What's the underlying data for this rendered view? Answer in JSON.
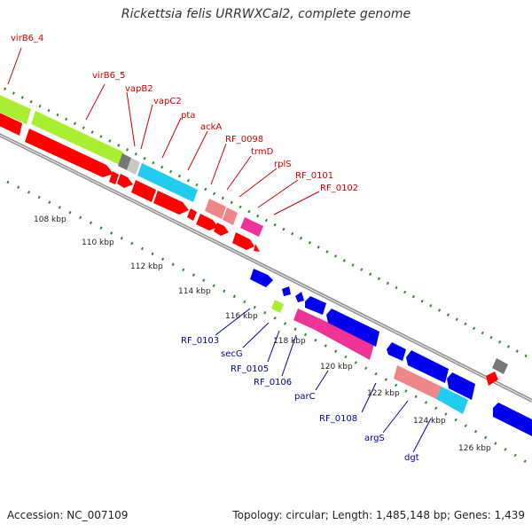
{
  "title": "Rickettsia felis URRWXCal2, complete genome",
  "footer": {
    "accession": "Accession: NC_007109",
    "topology": "Topology: circular; Length: 1,485,148 bp; Genes: 1,439"
  },
  "colors": {
    "backbone": "#888888",
    "ticks": "#2e8b2e",
    "label_top": "#cc0000",
    "label_bottom": "#0000aa",
    "red": "#ff0000",
    "lime": "#aaee33",
    "gray_dark": "#777777",
    "gray_light": "#c8c8c8",
    "cyan": "#22ccee",
    "salmon": "#ee8888",
    "magenta": "#ee3399",
    "blue": "#0000ee"
  },
  "kbp_labels": [
    "108 kbp",
    "110 kbp",
    "112 kbp",
    "114 kbp",
    "116 kbp",
    "118 kbp",
    "120 kbp",
    "122 kbp",
    "124 kbp",
    "126 kbp"
  ],
  "top_labels": [
    "virB6_4",
    "virB6_5",
    "vapB2",
    "vapC2",
    "pta",
    "ackA",
    "RF_0098",
    "trmD",
    "rplS",
    "RF_0101",
    "RF_0102"
  ],
  "bottom_labels": [
    "RF_0103",
    "secG",
    "RF_0105",
    "RF_0106",
    "parC",
    "RF_0108",
    "argS",
    "dgt"
  ]
}
